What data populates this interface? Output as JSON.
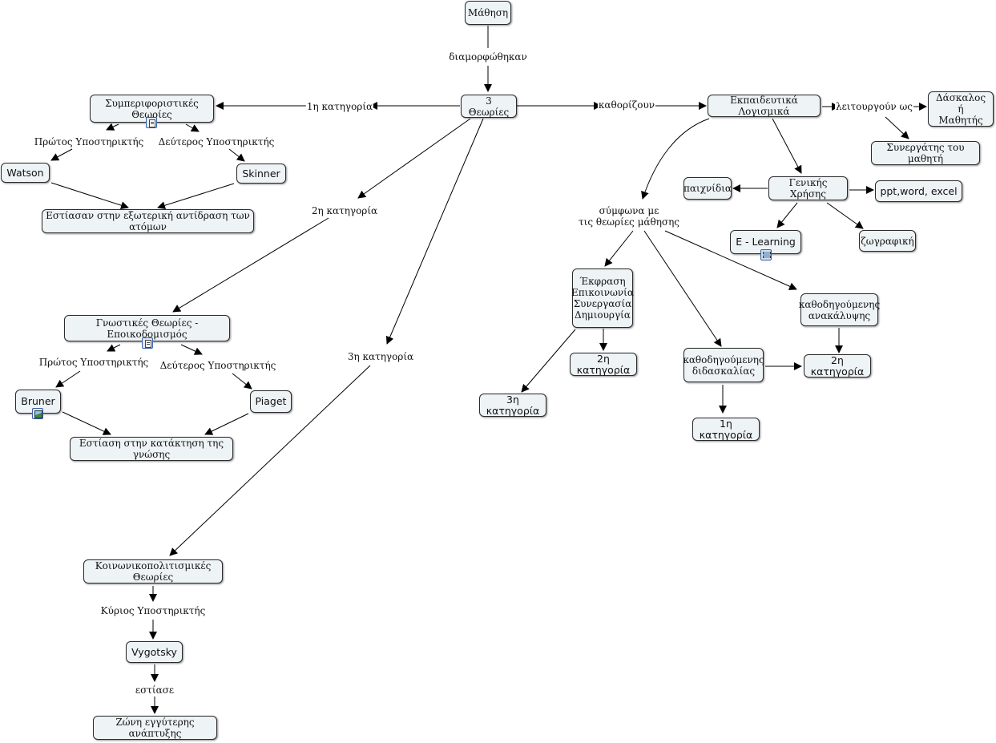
{
  "nodes": {
    "mathisi": "Μάθηση",
    "theories3": "3 Θεωρίες",
    "behaviorist": "Συμπεριφοριστικές Θεωρίες",
    "watson": "Watson",
    "skinner": "Skinner",
    "behaviorist_focus": "Εστίασαν στην εξωτερική αντίδραση των ατόμων",
    "cognitive": "Γνωστικές Θεωρίες - Εποικοδομισμός",
    "bruner": "Bruner",
    "piaget": "Piaget",
    "cognitive_focus": "Εστίαση στην κατάκτηση της γνώσης",
    "sociocultural": "Κοινωνικοπολιτισμικές Θεωρίες",
    "vygotsky": "Vygotsky",
    "zone": "Ζώνη εγγύτερης ανάπτυξης",
    "software": "Εκπαιδευτικά Λογισμικά",
    "teacher_or_student": [
      "Δάσκαλος ή",
      "Μαθητής"
    ],
    "collaborator": "Συνεργάτης του μαθητή",
    "general_use": "Γενικής Χρήσης",
    "games": "παιχνίδια",
    "ppt": "ppt,word, excel",
    "elearning": "E - Learning",
    "painting": "ζωγραφική",
    "expression": [
      "Έκφραση",
      "Επικοινωνία",
      "Συνεργασία",
      "Δημιουργία"
    ],
    "guided_discovery": [
      "καθοδηγούμενης",
      "ανακάλυψης"
    ],
    "guided_teaching": [
      "καθοδηγούμενης",
      "διδασκαλίας"
    ],
    "cat3_a": "3η κατηγορία",
    "cat2_a": "2η κατηγορία",
    "cat2_b": "2η κατηγορία",
    "cat1_a": "1η κατηγορία"
  },
  "links": {
    "formed": "διαμορφώθηκαν",
    "cat1": "1η κατηγορία",
    "cat2": "2η κατηγορία",
    "cat3": "3η κατηγορία",
    "define": "καθορίζουν",
    "function_as": "λειτουργούν ως",
    "according": [
      "σύμφωνα με",
      "τις θεωρίες μάθησης"
    ],
    "first_supporter_1": "Πρώτος Υποστηρικτής",
    "second_supporter_1": "Δεύτερος Υποστηρικτής",
    "first_supporter_2": "Πρώτος Υποστηρικτής",
    "second_supporter_2": "Δεύτερος Υποστηρικτής",
    "main_supporter": "Κύριος Υποστηρικτής",
    "focused": "εστίασε"
  },
  "icons": {
    "behaviorist": "document-icon",
    "cognitive": "document-icon",
    "bruner": "image-icon",
    "elearning": "film-icon"
  }
}
